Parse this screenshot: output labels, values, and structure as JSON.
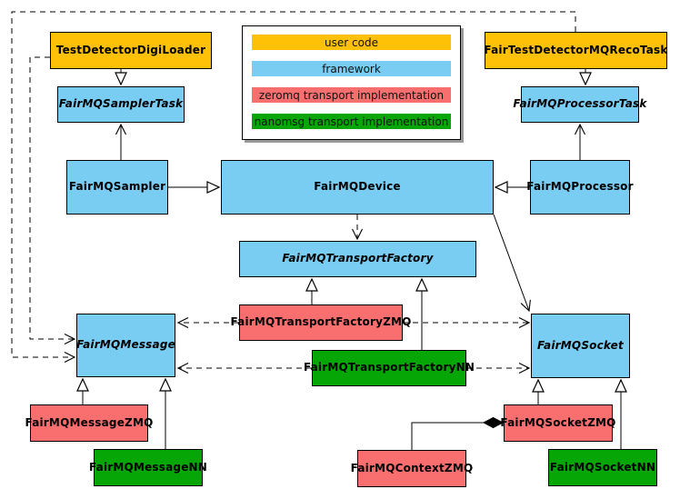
{
  "colors": {
    "user_code": "#FFC107",
    "framework": "#79CCF2",
    "zeromq": "#F96F6F",
    "nanomsg": "#05A605",
    "edge": "#000000",
    "background": "#FFFFFF"
  },
  "legend": {
    "items": [
      {
        "label": "user code",
        "color": "#FFC107"
      },
      {
        "label": "framework",
        "color": "#79CCF2"
      },
      {
        "label": "zeromq transport implementation",
        "color": "#F96F6F"
      },
      {
        "label": "nanomsg transport implementation",
        "color": "#05A605"
      }
    ]
  },
  "nodes": {
    "testDetectorDigiLoader": {
      "label": "TestDetectorDigiLoader",
      "category": "user code",
      "abstract": false
    },
    "fairMQSamplerTask": {
      "label": "FairMQSamplerTask",
      "category": "framework",
      "abstract": true
    },
    "fairTestDetectorMQRecoTask": {
      "label": "FairTestDetectorMQRecoTask",
      "category": "user code",
      "abstract": false
    },
    "fairMQProcessorTask": {
      "label": "FairMQProcessorTask",
      "category": "framework",
      "abstract": true
    },
    "fairMQSampler": {
      "label": "FairMQSampler",
      "category": "framework",
      "abstract": false
    },
    "fairMQDevice": {
      "label": "FairMQDevice",
      "category": "framework",
      "abstract": false
    },
    "fairMQProcessor": {
      "label": "FairMQProcessor",
      "category": "framework",
      "abstract": false
    },
    "fairMQTransportFactory": {
      "label": "FairMQTransportFactory",
      "category": "framework",
      "abstract": true
    },
    "fairMQTransportFactoryZMQ": {
      "label": "FairMQTransportFactoryZMQ",
      "category": "zeromq",
      "abstract": false
    },
    "fairMQTransportFactoryNN": {
      "label": "FairMQTransportFactoryNN",
      "category": "nanomsg",
      "abstract": false
    },
    "fairMQMessage": {
      "label": "FairMQMessage",
      "category": "framework",
      "abstract": true
    },
    "fairMQSocket": {
      "label": "FairMQSocket",
      "category": "framework",
      "abstract": true
    },
    "fairMQMessageZMQ": {
      "label": "FairMQMessageZMQ",
      "category": "zeromq",
      "abstract": false
    },
    "fairMQMessageNN": {
      "label": "FairMQMessageNN",
      "category": "nanomsg",
      "abstract": false
    },
    "fairMQSocketZMQ": {
      "label": "FairMQSocketZMQ",
      "category": "zeromq",
      "abstract": false
    },
    "fairMQSocketNN": {
      "label": "FairMQSocketNN",
      "category": "nanomsg",
      "abstract": false
    },
    "fairMQContextZMQ": {
      "label": "FairMQContextZMQ",
      "category": "zeromq",
      "abstract": false
    }
  },
  "edges": [
    {
      "from": "TestDetectorDigiLoader",
      "to": "FairMQSamplerTask",
      "line": "solid",
      "head": "hollow-triangle"
    },
    {
      "from": "FairTestDetectorMQRecoTask",
      "to": "FairMQProcessorTask",
      "line": "solid",
      "head": "hollow-triangle"
    },
    {
      "from": "FairMQSampler",
      "to": "FairMQSamplerTask",
      "line": "solid",
      "head": "open-arrow"
    },
    {
      "from": "FairMQProcessor",
      "to": "FairMQProcessorTask",
      "line": "solid",
      "head": "open-arrow"
    },
    {
      "from": "FairMQSampler",
      "to": "FairMQDevice",
      "line": "solid",
      "head": "hollow-triangle"
    },
    {
      "from": "FairMQProcessor",
      "to": "FairMQDevice",
      "line": "solid",
      "head": "hollow-triangle"
    },
    {
      "from": "FairMQDevice",
      "to": "FairMQTransportFactory",
      "line": "dashed",
      "head": "open-arrow"
    },
    {
      "from": "FairMQDevice",
      "to": "FairMQSocket",
      "line": "solid",
      "head": "open-arrow"
    },
    {
      "from": "FairMQTransportFactoryZMQ",
      "to": "FairMQTransportFactory",
      "line": "solid",
      "head": "hollow-triangle"
    },
    {
      "from": "FairMQTransportFactoryNN",
      "to": "FairMQTransportFactory",
      "line": "solid",
      "head": "hollow-triangle"
    },
    {
      "from": "FairMQTransportFactoryZMQ",
      "to": "FairMQMessage",
      "line": "dashed",
      "head": "open-arrow"
    },
    {
      "from": "FairMQTransportFactoryZMQ",
      "to": "FairMQSocket",
      "line": "dashed",
      "head": "open-arrow"
    },
    {
      "from": "FairMQTransportFactoryNN",
      "to": "FairMQMessage",
      "line": "dashed",
      "head": "open-arrow"
    },
    {
      "from": "FairMQTransportFactoryNN",
      "to": "FairMQSocket",
      "line": "dashed",
      "head": "open-arrow"
    },
    {
      "from": "FairMQMessageZMQ",
      "to": "FairMQMessage",
      "line": "solid",
      "head": "hollow-triangle"
    },
    {
      "from": "FairMQMessageNN",
      "to": "FairMQMessage",
      "line": "solid",
      "head": "hollow-triangle"
    },
    {
      "from": "FairMQSocketZMQ",
      "to": "FairMQSocket",
      "line": "solid",
      "head": "hollow-triangle"
    },
    {
      "from": "FairMQSocketNN",
      "to": "FairMQSocket",
      "line": "solid",
      "head": "hollow-triangle"
    },
    {
      "from": "FairMQContextZMQ",
      "to": "FairMQSocketZMQ",
      "line": "solid",
      "head": "filled-diamond"
    },
    {
      "from": "TestDetectorDigiLoader",
      "to": "FairMQMessage",
      "line": "dashed",
      "head": "open-arrow"
    },
    {
      "from": "FairTestDetectorMQRecoTask",
      "to": "FairMQMessage",
      "line": "dashed",
      "head": "open-arrow"
    }
  ]
}
